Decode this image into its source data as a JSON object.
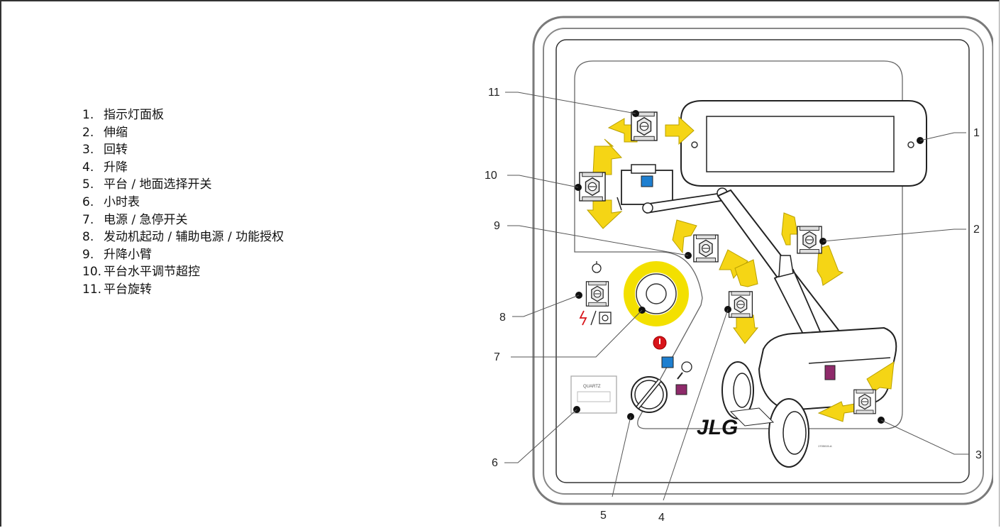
{
  "legend": [
    {
      "num": "1.",
      "label": "指示灯面板"
    },
    {
      "num": "2.",
      "label": "伸缩"
    },
    {
      "num": "3.",
      "label": "回转"
    },
    {
      "num": "4.",
      "label": "升降"
    },
    {
      "num": "5.",
      "label": "平台 / 地面选择开关"
    },
    {
      "num": "6.",
      "label": "小时表"
    },
    {
      "num": "7.",
      "label": "电源 / 急停开关"
    },
    {
      "num": "8.",
      "label": "发动机起动 / 辅助电源 / 功能授权"
    },
    {
      "num": "9.",
      "label": "升降小臂"
    },
    {
      "num": "10.",
      "label": "平台水平调节超控"
    },
    {
      "num": "11.",
      "label": "平台旋转"
    }
  ],
  "callouts": {
    "c1": "1",
    "c2": "2",
    "c3": "3",
    "c4": "4",
    "c5": "5",
    "c6": "6",
    "c7": "7",
    "c8": "8",
    "c9": "9",
    "c10": "10",
    "c11": "11"
  },
  "panel": {
    "brand_logo": "JLG",
    "hour_meter_text": "QUARTZ",
    "part_number": "1705015-A"
  },
  "colors": {
    "arrow_yellow": "#f5d515",
    "ring_yellow": "#f3e000",
    "platform_blue": "#1e7fd0",
    "ground_magenta": "#8e2a6a",
    "stop_red": "#d8141a"
  }
}
